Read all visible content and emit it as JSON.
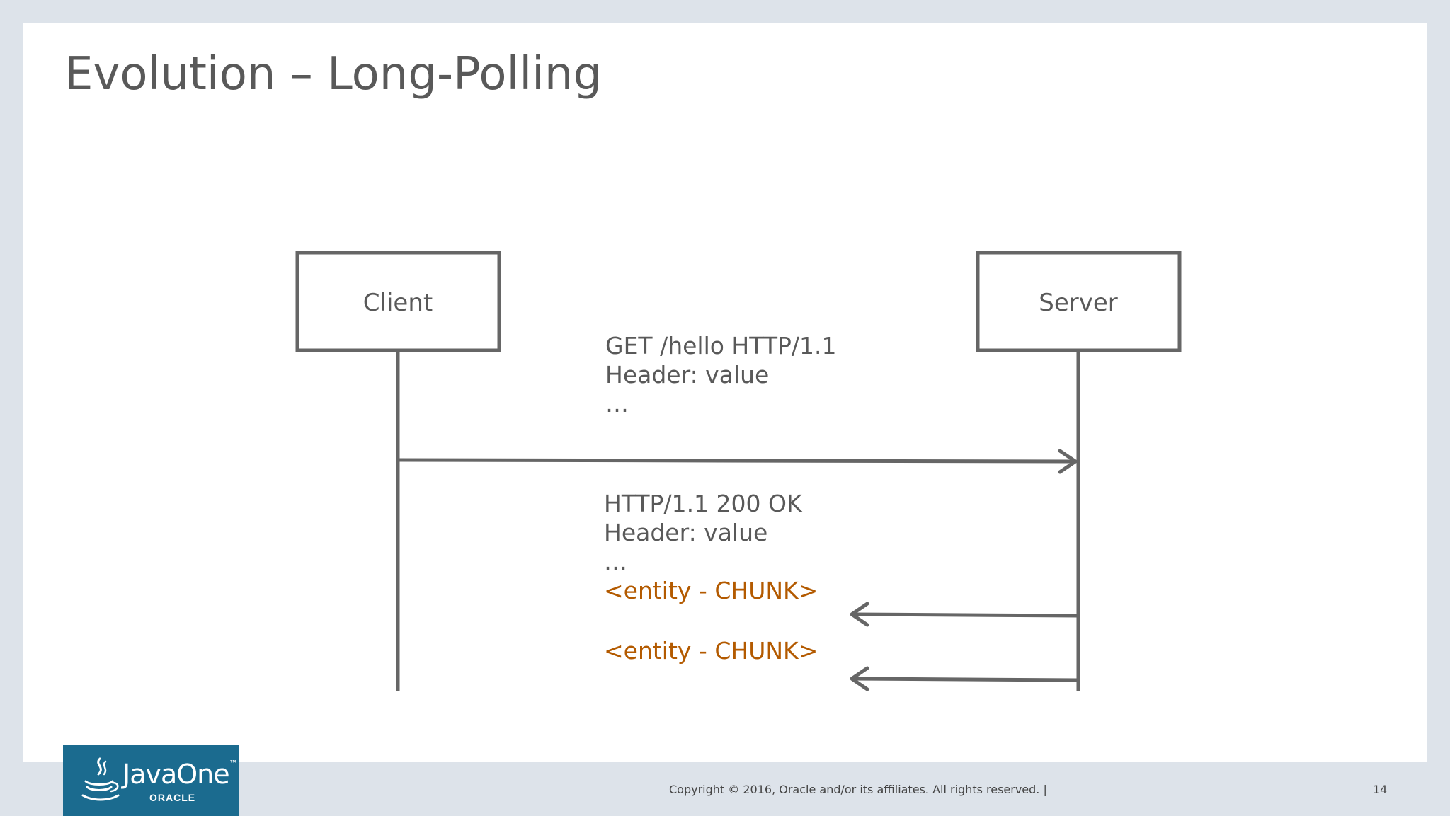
{
  "slide": {
    "title": "Evolution – Long-Polling"
  },
  "diagram": {
    "participants": {
      "client": "Client",
      "server": "Server"
    },
    "request": {
      "line1": "GET /hello HTTP/1.1",
      "line2": "Header: value",
      "line3": "…"
    },
    "response": {
      "line1": "HTTP/1.1 200 OK",
      "line2": "Header: value",
      "line3": "…",
      "chunk1": "<entity - CHUNK>",
      "chunk2": "<entity - CHUNK>"
    },
    "colors": {
      "line": "#666666",
      "chunk_text": "#b35a00"
    }
  },
  "branding": {
    "logo_text": "JavaOne",
    "logo_trademark": "™",
    "logo_sub": "ORACLE",
    "logo_icon": "java-cup-icon",
    "logo_color": "#1b6b8f"
  },
  "footer": {
    "copyright": "Copyright © 2016, Oracle and/or its affiliates. All rights reserved.  |",
    "page_number": "14"
  }
}
